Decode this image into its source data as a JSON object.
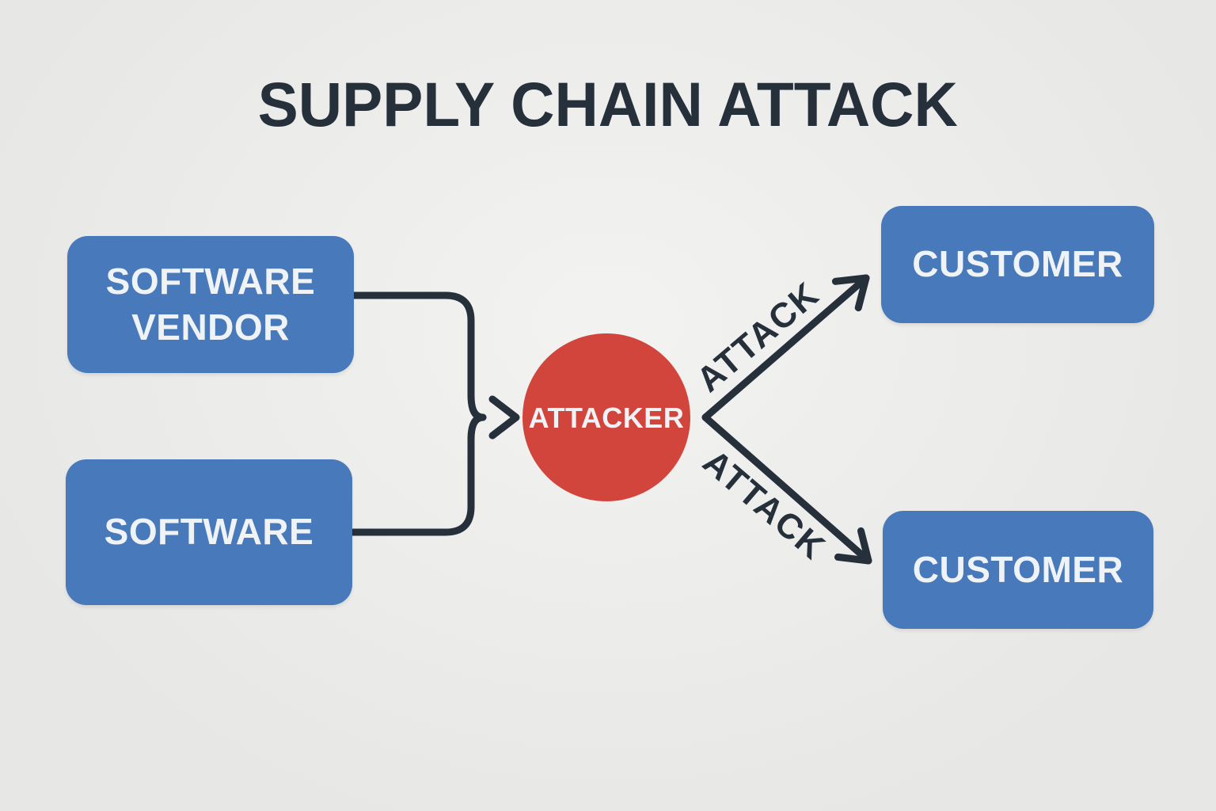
{
  "title": "SUPPLY CHAIN ATTACK",
  "colors": {
    "background": "#ececea",
    "node-blue": "#4779bb",
    "attacker-red": "#d2453c",
    "ink": "#26303a",
    "node-text": "#f0f3f5"
  },
  "nodes": {
    "software_vendor": {
      "label": "SOFTWARE VENDOR"
    },
    "software": {
      "label": "SOFTWARE"
    },
    "attacker": {
      "label": "ATTACKER"
    },
    "customer_top": {
      "label": "CUSTOMER"
    },
    "customer_bottom": {
      "label": "CUSTOMER"
    }
  },
  "edges": {
    "upper_attack_label": "ATTACK",
    "lower_attack_label": "ATTACK"
  }
}
